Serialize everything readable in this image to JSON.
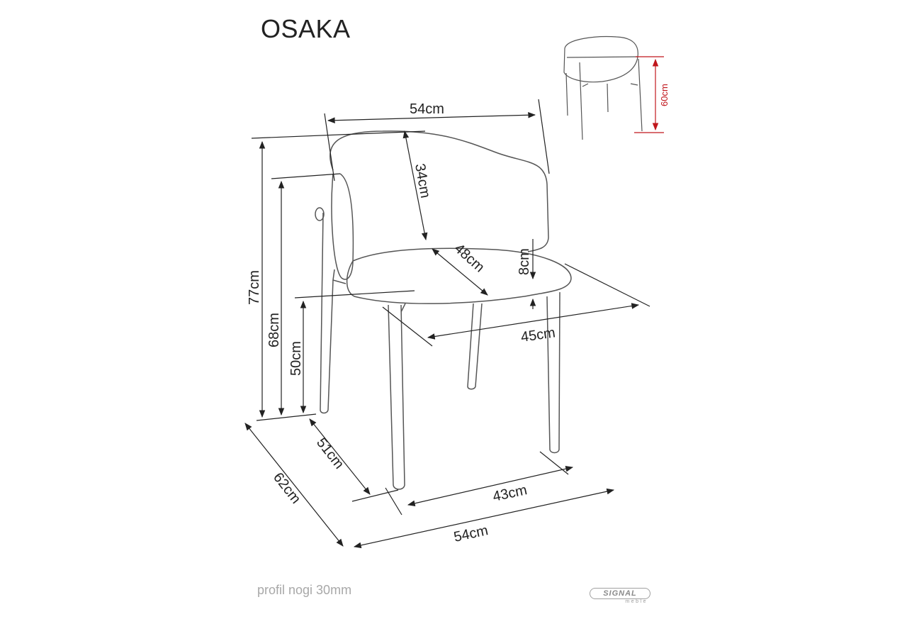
{
  "title": "OSAKA",
  "footer_note": "profil nogi 30mm",
  "logo": {
    "brand": "SIGNAL",
    "sub": "meble"
  },
  "colors": {
    "line": "#555555",
    "dimension_line": "#222222",
    "accent_red": "#c0161c",
    "footer_text": "#a8a8a8"
  },
  "dimensions": {
    "backrest_width": "54cm",
    "backrest_height": "34cm",
    "seat_depth": "48cm",
    "seat_thickness": "8cm",
    "seat_width": "45cm",
    "total_height": "77cm",
    "back_height": "68cm",
    "seat_height": "50cm",
    "leg_depth": "51cm",
    "total_depth": "62cm",
    "leg_width": "43cm",
    "base_width": "54cm",
    "armrest_height": "60cm"
  }
}
